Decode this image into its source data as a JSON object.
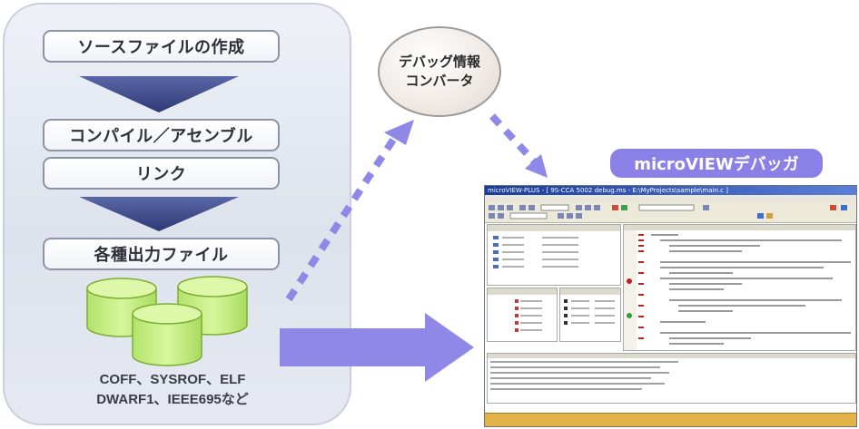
{
  "flow": {
    "steps": [
      "ソースファイルの作成",
      "コンパイル／アセンブル",
      "リンク",
      "各種出力ファイル"
    ],
    "file_formats_line1": "COFF、SYSROF、ELF",
    "file_formats_line2": "DWARF1、IEEE695など"
  },
  "converter": {
    "line1": "デバッグ情報",
    "line2": "コンバータ"
  },
  "debugger": {
    "label": "microVIEWデバッガ",
    "screenshot_title": "microVIEW-PLUS - [ 9S-CCA 5002 debug.ms - E:\\MyProjects\\sample\\main.c ]"
  },
  "colors": {
    "panel_bg": "#dde2ec",
    "arrow_blue": "#8f88e6",
    "cylinder_green": "#c8f08a",
    "badge_purple": "#8b80e6",
    "down_arrow_navy": "#3d4a87"
  }
}
